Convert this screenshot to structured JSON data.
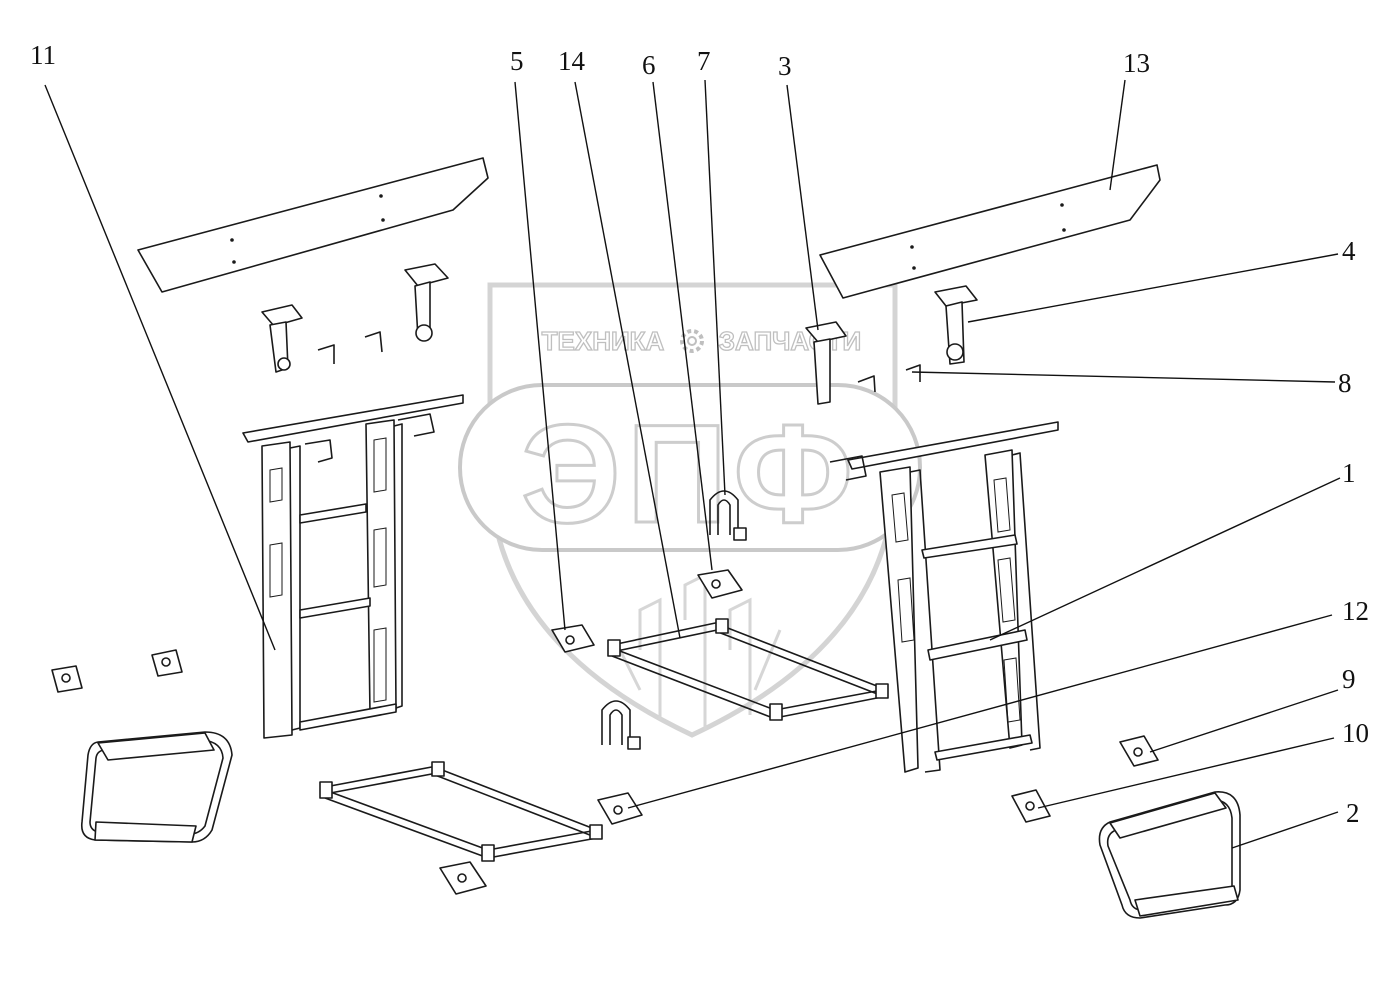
{
  "watermark": {
    "brand_left": "ТЕХНИКА",
    "brand_right": "ЗАПЧАСТИ",
    "logo_letters": "ЭПФ",
    "gear_icon": "gear-icon"
  },
  "callouts": [
    {
      "id": "c11",
      "label": "11"
    },
    {
      "id": "c5",
      "label": "5"
    },
    {
      "id": "c14",
      "label": "14"
    },
    {
      "id": "c6",
      "label": "6"
    },
    {
      "id": "c7",
      "label": "7"
    },
    {
      "id": "c3",
      "label": "3"
    },
    {
      "id": "c13",
      "label": "13"
    },
    {
      "id": "c4",
      "label": "4"
    },
    {
      "id": "c8",
      "label": "8"
    },
    {
      "id": "c1",
      "label": "1"
    },
    {
      "id": "c12",
      "label": "12"
    },
    {
      "id": "c9",
      "label": "9"
    },
    {
      "id": "c10",
      "label": "10"
    },
    {
      "id": "c2",
      "label": "2"
    }
  ]
}
